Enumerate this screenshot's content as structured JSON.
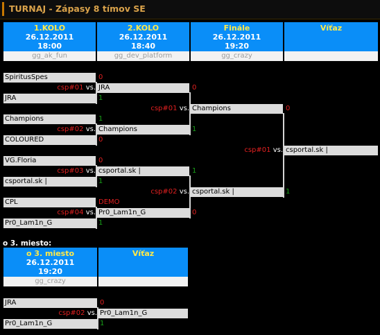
{
  "title": "TURNAJ - Zápasy 8 tímov SE",
  "main_rounds": [
    {
      "name": "1.KOLO",
      "date": "26.12.2011",
      "time": "18:00",
      "server": "gg_ak_fun"
    },
    {
      "name": "2.KOLO",
      "date": "26.12.2011",
      "time": "18:40",
      "server": "gg_dev_platform"
    },
    {
      "name": "Finále",
      "date": "26.12.2011",
      "time": "19:20",
      "server": "gg_crazy"
    },
    {
      "name": "Víťaz",
      "date": "",
      "time": "",
      "server": ""
    }
  ],
  "vs_label": "vs.",
  "round1": [
    {
      "id": "csp#01",
      "team1": "SpiritusSpes",
      "score1": "0",
      "team2": "JRA",
      "score2": "1"
    },
    {
      "id": "csp#02",
      "team1": "Champions",
      "score1": "1",
      "team2": "COLOURED",
      "score2": "0"
    },
    {
      "id": "csp#03",
      "team1": "VG.Floria",
      "score1": "0",
      "team2": "csportal.sk |",
      "score2": "1"
    },
    {
      "id": "csp#04",
      "team1": "CPL",
      "score1": "DEMO",
      "team2": "Pr0_Lam1n_G",
      "score2": "1"
    }
  ],
  "round2": [
    {
      "id": "csp#01",
      "team1": "JRA",
      "score1": "0",
      "team2": "Champions",
      "score2": "1"
    },
    {
      "id": "csp#02",
      "team1": "csportal.sk |",
      "score1": "1",
      "team2": "Pr0_Lam1n_G",
      "score2": "0"
    }
  ],
  "final": {
    "id": "csp#01",
    "team1": "Champions",
    "score1": "0",
    "team2": "csportal.sk |",
    "score2": "1"
  },
  "winner": "csportal.sk |",
  "third_place": {
    "section_label": "o 3. miesto:",
    "rounds": [
      {
        "name": "o 3. miesto",
        "date": "26.12.2011",
        "time": "19:20",
        "server": "gg_crazy"
      },
      {
        "name": "Víťaz",
        "date": "",
        "time": "",
        "server": ""
      }
    ],
    "match": {
      "id": "csp#02",
      "team1": "JRA",
      "score1": "0",
      "team2": "Pr0_Lam1n_G",
      "score2": "1"
    },
    "winner": "Pr0_Lam1n_G"
  },
  "colors": {
    "header_bg": "#0a8ef8",
    "header_name": "#ffe94a",
    "title": "#d9a24a",
    "loss": "#e02020",
    "win": "#18a018"
  }
}
